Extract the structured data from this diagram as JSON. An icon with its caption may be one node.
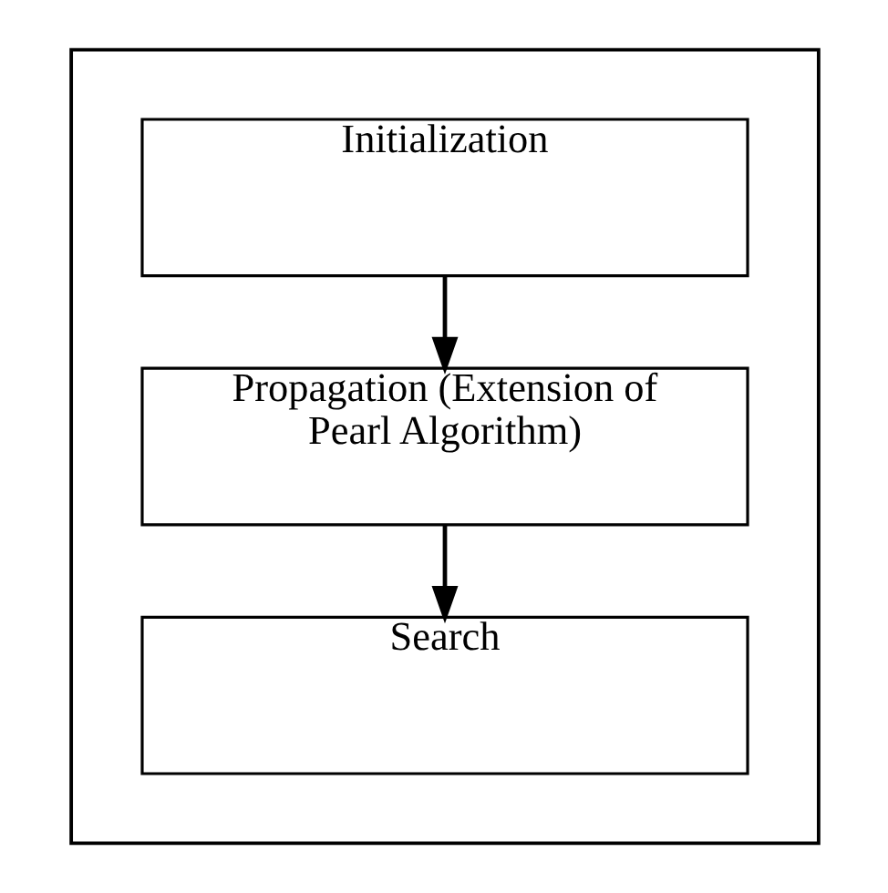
{
  "diagram": {
    "nodes": [
      {
        "text": [],
        "shape": "box"
      },
      {
        "text": [
          "Initialization"
        ],
        "in": 0
      },
      {
        "text": [
          "Propagation (Extension of Pearl Algorithm)"
        ],
        "in": 0
      },
      {
        "text": [
          "Search"
        ],
        "in": 0
      }
    ],
    "edges": [
      {
        "from": 1,
        "to": 2,
        "arrow": "to"
      },
      {
        "from": 2,
        "to": 3,
        "arrow": "to"
      }
    ]
  }
}
